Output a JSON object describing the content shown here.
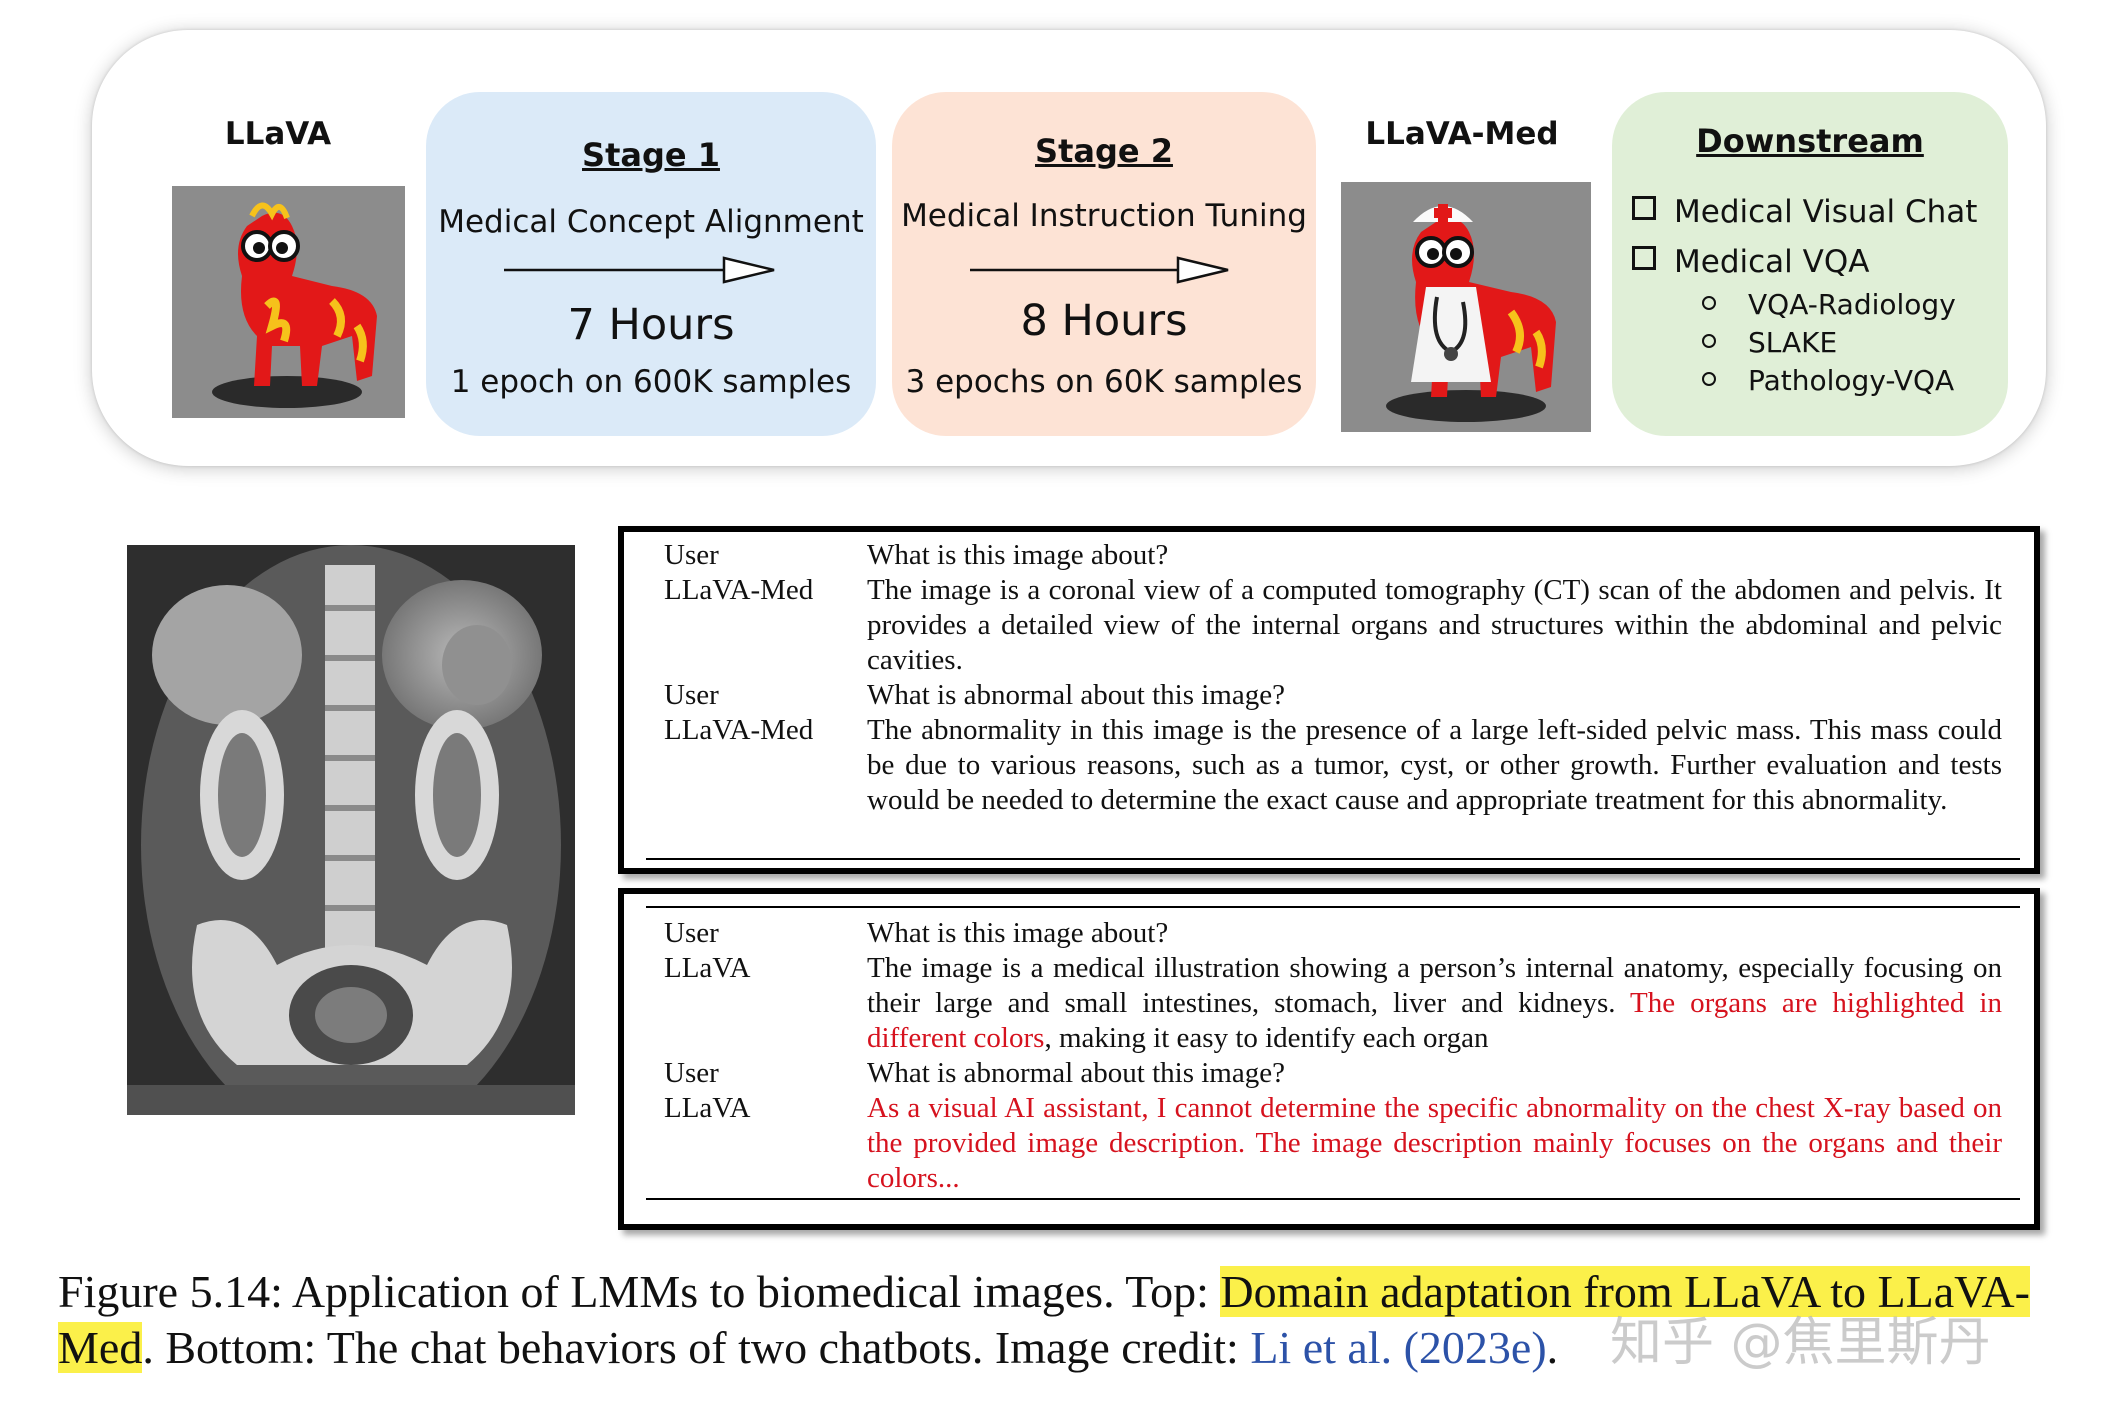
{
  "pipeline": {
    "llava_label": "LLaVA",
    "llava_med_label": "LLaVA-Med",
    "stage1": {
      "title": "Stage 1",
      "subtitle": "Medical Concept Alignment",
      "hours": "7 Hours",
      "samples": "1 epoch on 600K samples"
    },
    "stage2": {
      "title": "Stage 2",
      "subtitle": "Medical Instruction Tuning",
      "hours": "8 Hours",
      "samples": "3 epochs on 60K samples"
    },
    "downstream": {
      "title": "Downstream",
      "items": [
        "Medical Visual Chat",
        "Medical VQA"
      ],
      "vqa_datasets": [
        "VQA-Radiology",
        "SLAKE",
        "Pathology-VQA"
      ]
    }
  },
  "chat_med": {
    "turns": [
      {
        "speaker": "User",
        "text": "What is this image about?"
      },
      {
        "speaker": "LLaVA-Med",
        "text": "The image is a coronal view of a computed tomography (CT) scan of the abdomen and pelvis. It provides a detailed view of the internal organs and structures within the abdominal and pelvic cavities."
      },
      {
        "speaker": "User",
        "text": "What is abnormal about this image?"
      },
      {
        "speaker": "LLaVA-Med",
        "text": "The abnormality in this image is the presence of a large left-sided pelvic mass. This mass could be due to various reasons, such as a tumor, cyst, or other growth. Further evaluation and tests would be needed to determine the exact cause and appropriate treatment for this abnormality."
      }
    ]
  },
  "chat_llava": {
    "turns": [
      {
        "speaker": "User",
        "text": "What is this image about?"
      },
      {
        "speaker": "LLaVA",
        "text_a": "The image is a medical illustration showing a person’s internal anatomy, especially focusing on their large and small intestines, stomach, liver and kidneys. ",
        "text_red": "The organs are highlighted in different colors",
        "text_b": ", making it easy to identify each organ"
      },
      {
        "speaker": "User",
        "text": "What is abnormal about this image?"
      },
      {
        "speaker": "LLaVA",
        "text_red": "As a visual AI assistant, I cannot determine the specific abnormality on the chest X-ray based on the provided image description. The image description mainly focuses on the organs and their colors..."
      }
    ]
  },
  "caption": {
    "lead": "Figure 5.14: Application of LMMs to biomedical images. Top: ",
    "highlight": "Domain adaptation from LLaVA to LLaVA-Med",
    "middle": ". Bottom: The chat behaviors of two chatbots. Image credit: ",
    "citation": "Li et al. (2023e)",
    "end": "."
  },
  "watermark": "知乎 @焦里斯丹",
  "colors": {
    "stage1_bg": "#dbeaf8",
    "stage2_bg": "#fde3d5",
    "downstream_bg": "#e0efd7",
    "highlight": "#fbf04a",
    "red_text": "#d6121e",
    "citation": "#2c52a8"
  }
}
